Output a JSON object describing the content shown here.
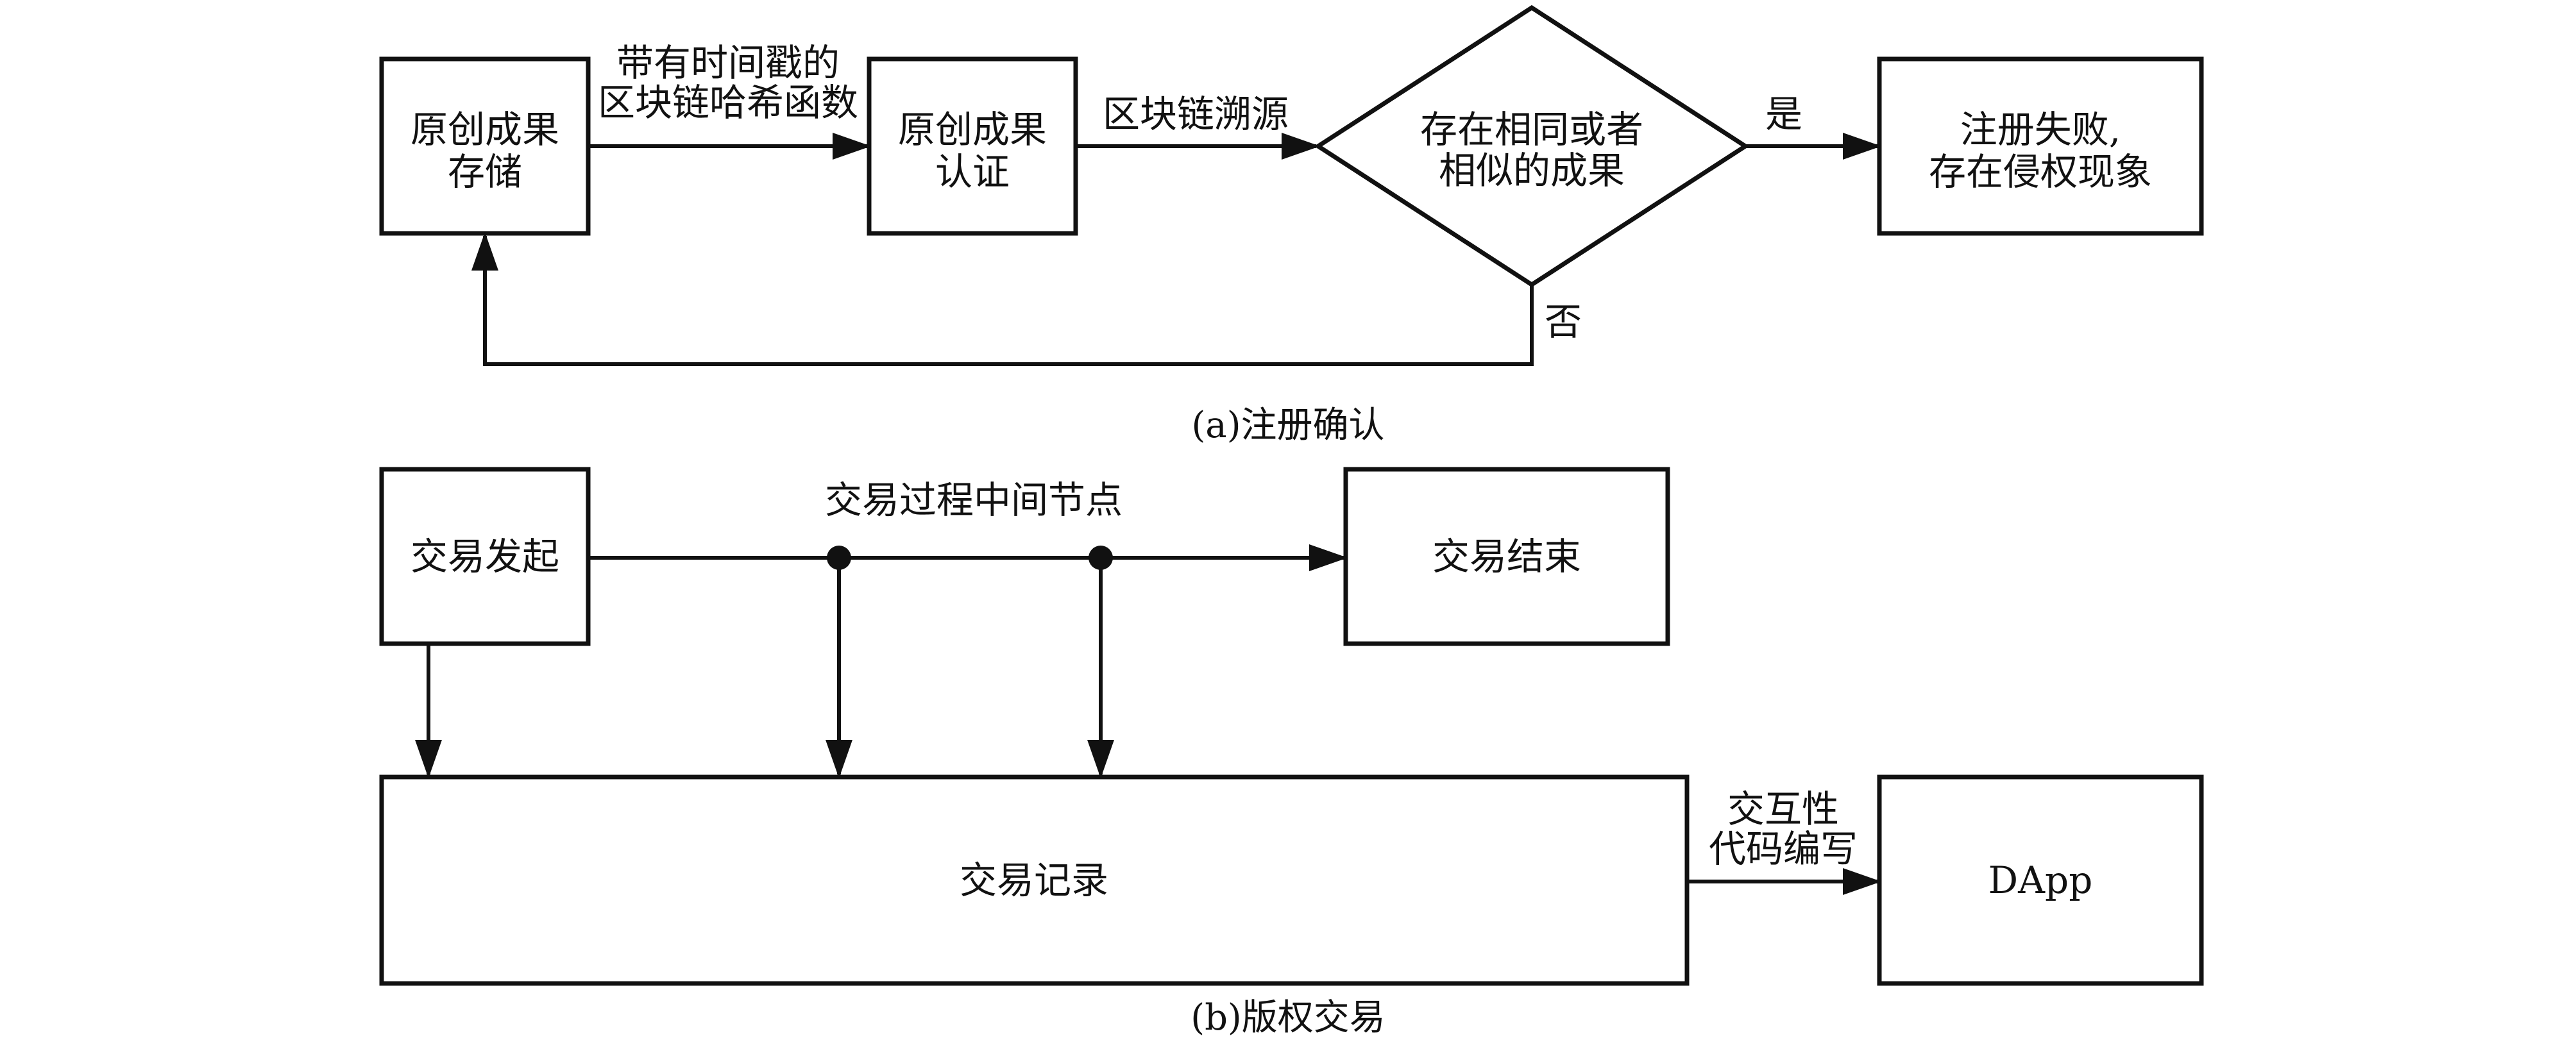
{
  "part_a": {
    "caption": "(a)注册确认",
    "store_box": {
      "line1": "原创成果",
      "line2": "存储"
    },
    "edge_hash": {
      "line1": "带有时间戳的",
      "line2": "区块链哈希函数"
    },
    "auth_box": {
      "line1": "原创成果",
      "line2": "认证"
    },
    "edge_trace": "区块链溯源",
    "decision": {
      "line1": "存在相同或者",
      "line2": "相似的成果"
    },
    "yes_label": "是",
    "no_label": "否",
    "fail_box": {
      "line1": "注册失败,",
      "line2": "存在侵权现象"
    }
  },
  "part_b": {
    "caption": "(b)版权交易",
    "start_box": "交易发起",
    "middle_nodes_label": "交易过程中间节点",
    "end_box": "交易结束",
    "record_box": "交易记录",
    "edge_code": {
      "line1": "交互性",
      "line2": "代码编写"
    },
    "dapp_box": "DApp"
  }
}
